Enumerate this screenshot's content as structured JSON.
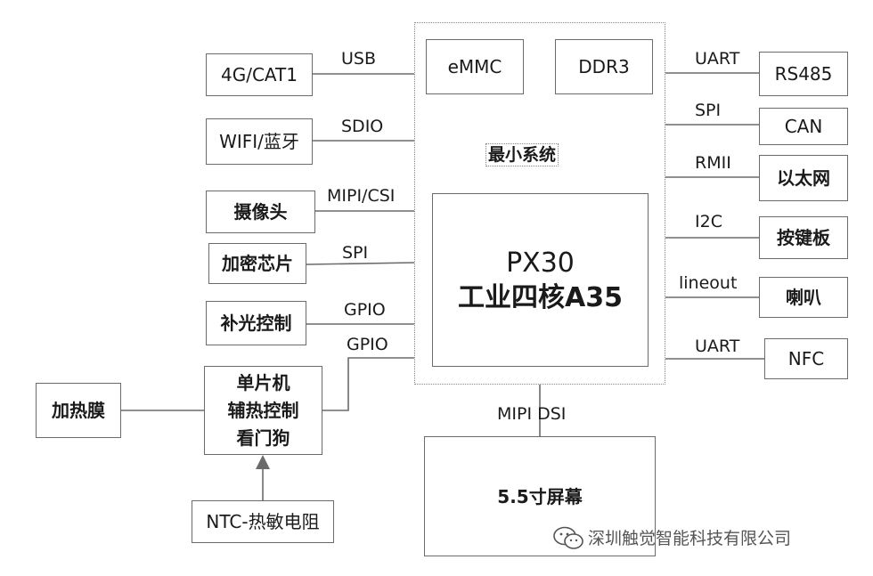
{
  "system": {
    "title": "最小系统",
    "emmc": "eMMC",
    "ddr3": "DDR3",
    "soc_model": "PX30",
    "soc_desc": "工业四核A35"
  },
  "left": {
    "cat1": {
      "label": "4G/CAT1",
      "bus": "USB"
    },
    "wifi": {
      "label": "WIFI/蓝牙",
      "bus": "SDIO"
    },
    "camera": {
      "label": "摄像头",
      "bus": "MIPI/CSI"
    },
    "crypto": {
      "label": "加密芯片",
      "bus": "SPI"
    },
    "fill_light": {
      "label": "补光控制",
      "bus": "GPIO"
    },
    "mcu": {
      "lines": [
        "单片机",
        "辅热控制",
        "看门狗"
      ],
      "bus": "GPIO"
    },
    "heater": {
      "label": "加热膜"
    },
    "ntc": {
      "label": "NTC-热敏电阻"
    }
  },
  "right": {
    "rs485": {
      "label": "RS485",
      "bus": "UART"
    },
    "can": {
      "label": "CAN",
      "bus": "SPI"
    },
    "ethernet": {
      "label": "以太网",
      "bus": "RMII"
    },
    "keypad": {
      "label": "按键板",
      "bus": "I2C"
    },
    "speaker": {
      "label": "喇叭",
      "bus": "lineout"
    },
    "nfc": {
      "label": "NFC",
      "bus": "UART"
    }
  },
  "bottom": {
    "display": {
      "label": "5.5寸屏幕",
      "bus": "MIPI DSI"
    }
  },
  "watermark": {
    "text": "深圳触觉智能科技有限公司",
    "icon": "wechat-icon"
  },
  "colors": {
    "line": "#6b6b6b",
    "text": "#1a1a1a",
    "watermark": "#555555"
  }
}
